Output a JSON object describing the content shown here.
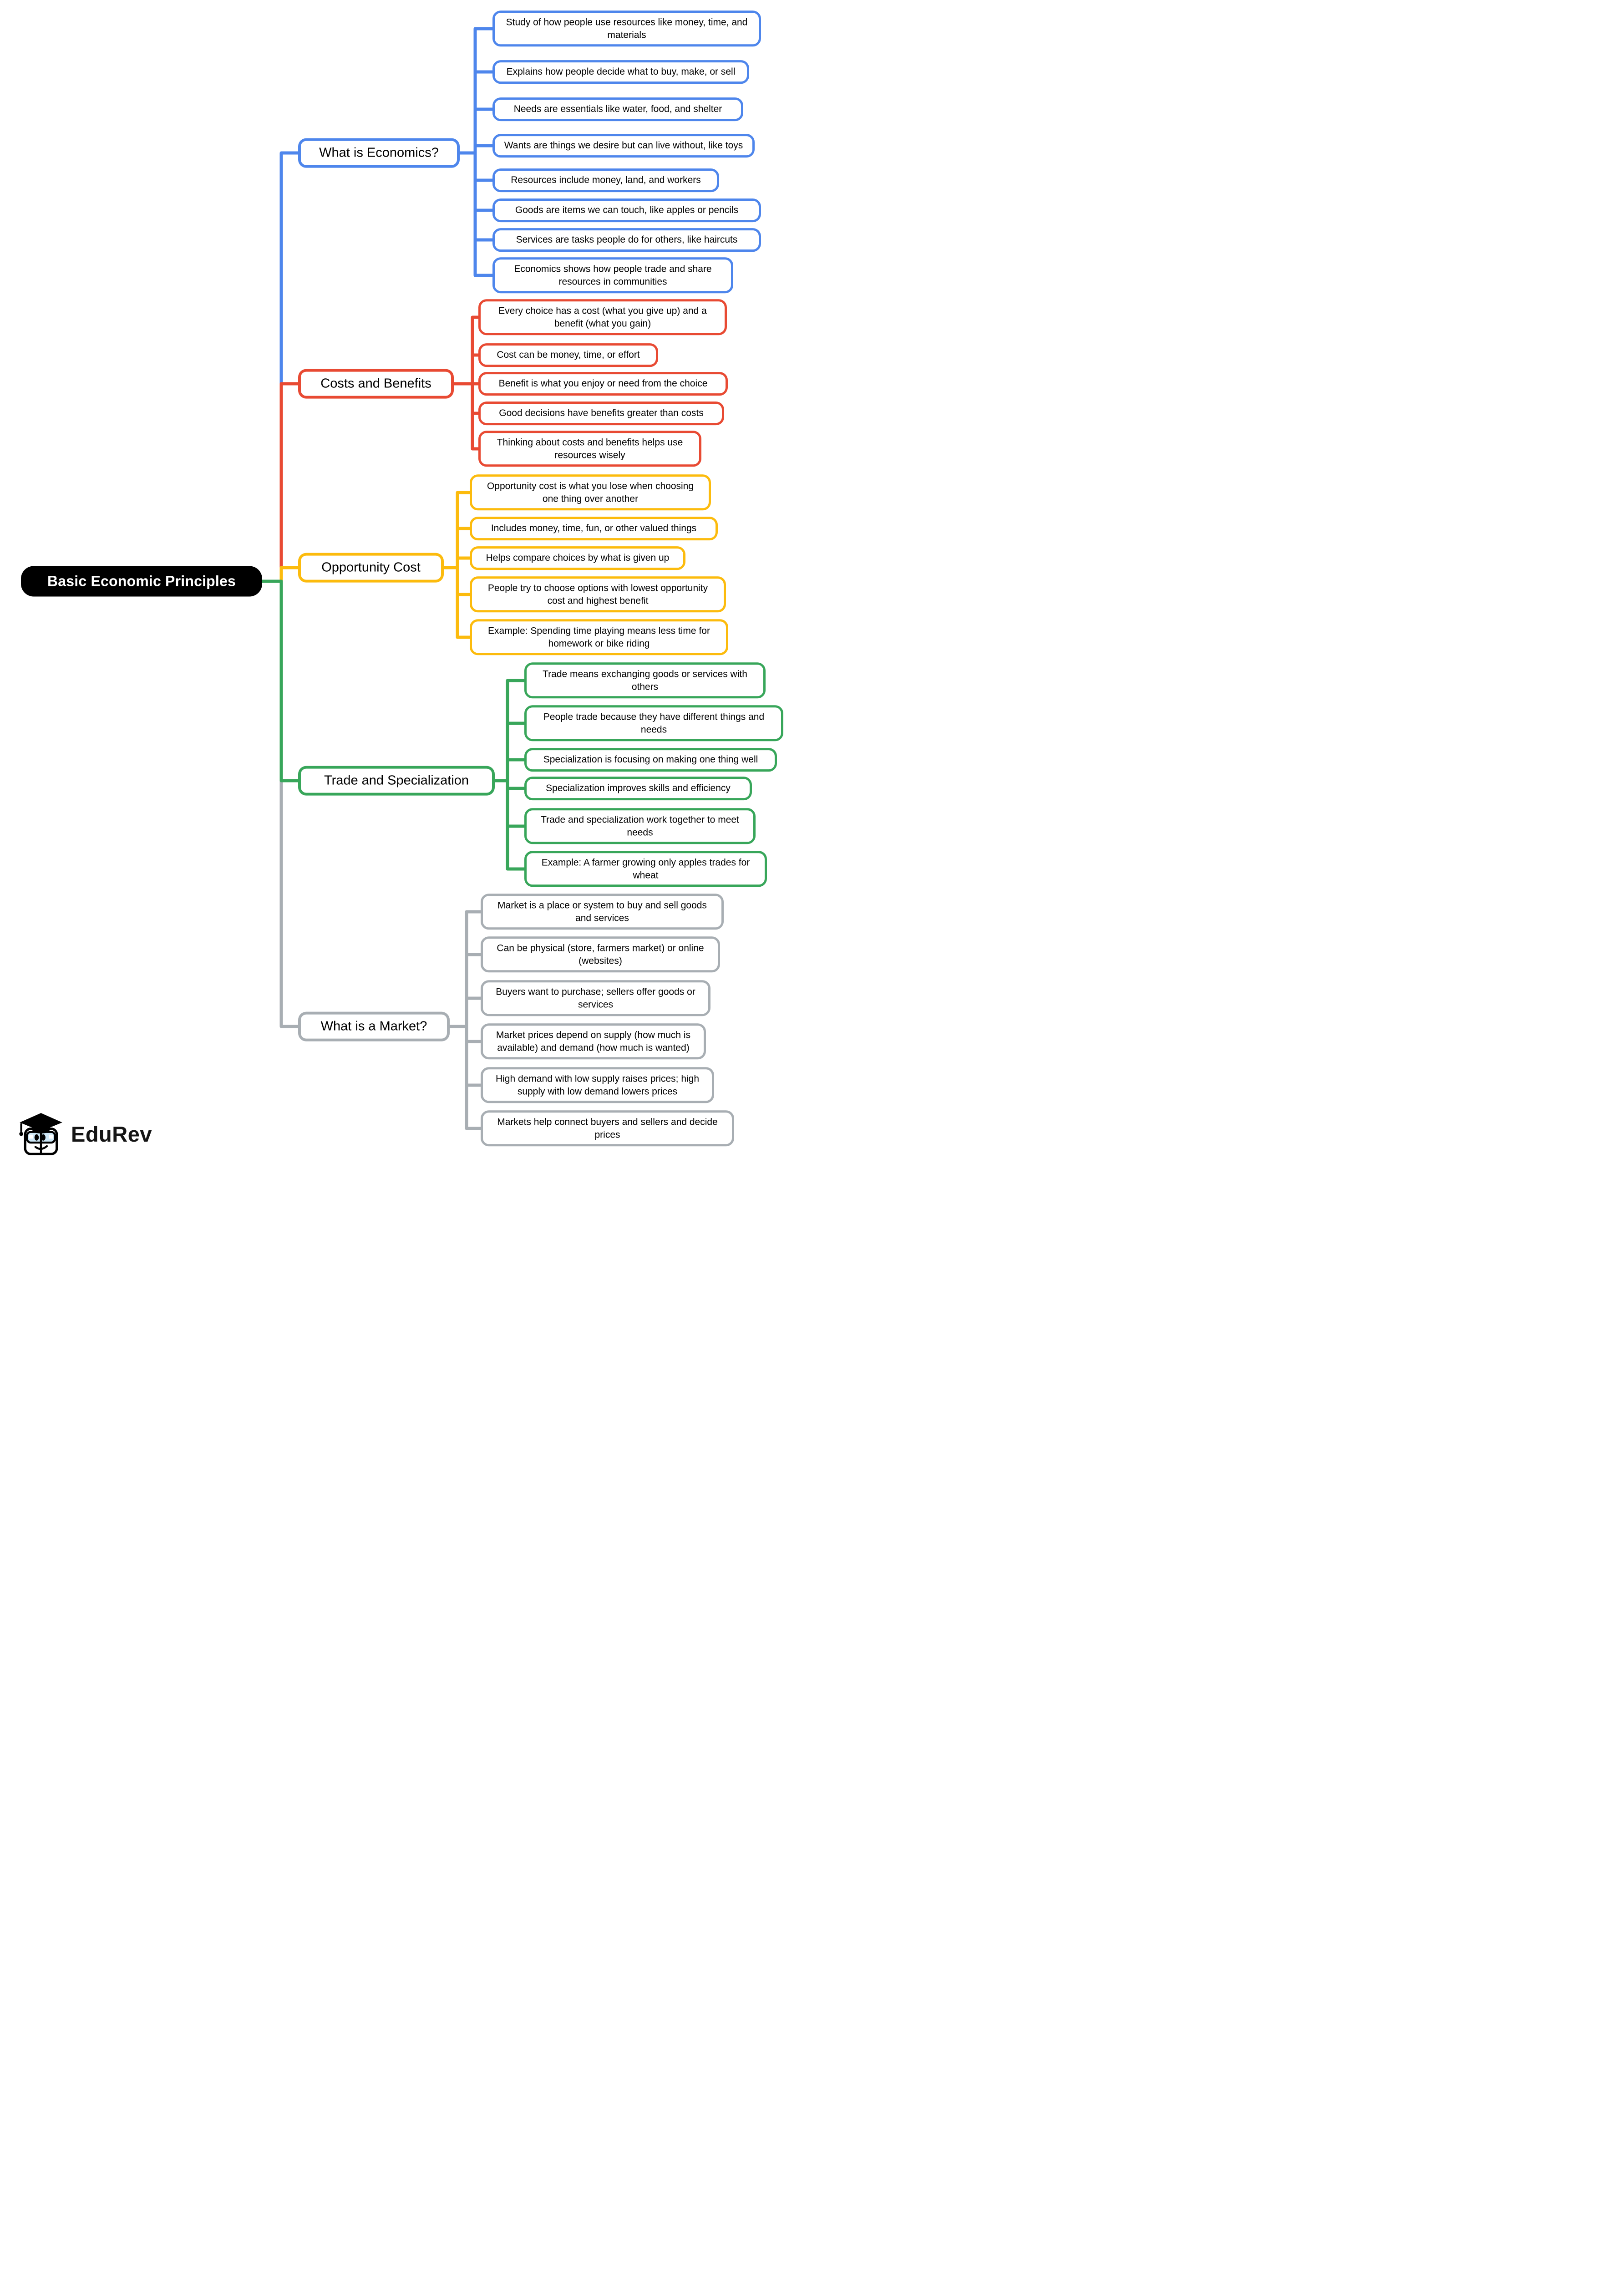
{
  "root": {
    "label": "Basic Economic Principles",
    "bg": "#000000",
    "text": "#ffffff"
  },
  "branches": [
    {
      "label": "What is Economics?",
      "color": "#4e86ec",
      "leaves": [
        "Study of how people use resources like money, time, and materials",
        "Explains how people decide what to buy, make, or sell",
        "Needs are essentials like water, food, and shelter",
        "Wants are things we desire but can live without, like toys",
        "Resources include money, land, and workers",
        "Goods are items we can touch, like apples or pencils",
        "Services are tasks people do for others, like haircuts",
        "Economics shows how people trade and share resources in communities"
      ]
    },
    {
      "label": "Costs and Benefits",
      "color": "#e84a33",
      "leaves": [
        "Every choice has a cost (what you give up) and a benefit (what you gain)",
        "Cost can be money, time, or effort",
        "Benefit is what you enjoy or need from the choice",
        "Good decisions have benefits greater than costs",
        "Thinking about costs and benefits helps use resources wisely"
      ]
    },
    {
      "label": "Opportunity Cost",
      "color": "#fcbb0d",
      "leaves": [
        "Opportunity cost is what you lose when choosing one thing over another",
        "Includes money, time, fun, or other valued things",
        "Helps compare choices by what is given up",
        "People try to choose options with lowest opportunity cost and highest benefit",
        "Example: Spending time playing means less time for homework or bike riding"
      ]
    },
    {
      "label": "Trade and Specialization",
      "color": "#38a65a",
      "leaves": [
        "Trade means exchanging goods or services with others",
        "People trade because they have different things and needs",
        "Specialization is focusing on making one thing well",
        "Specialization improves skills and efficiency",
        "Trade and specialization work together to meet needs",
        "Example: A farmer growing only apples trades for wheat"
      ]
    },
    {
      "label": "What is a Market?",
      "color": "#a8aeb3",
      "leaves": [
        "Market is a place or system to buy and sell goods and services",
        "Can be physical (store, farmers market) or online (websites)",
        "Buyers want to purchase; sellers offer goods or services",
        "Market prices depend on supply (how much is available) and demand (how much is wanted)",
        "High demand with low supply raises prices; high supply with low demand lowers prices",
        "Markets help connect buyers and sellers and decide prices"
      ]
    }
  ],
  "logo": {
    "text": "EduRev"
  }
}
